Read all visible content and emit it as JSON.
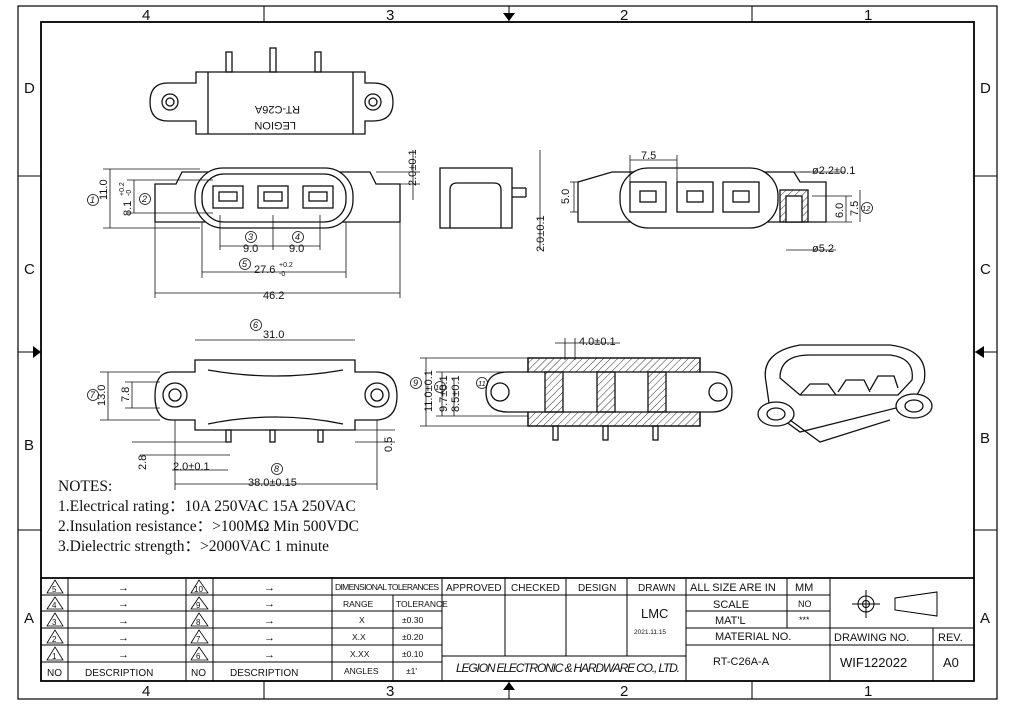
{
  "frame": {
    "columns_top": [
      "4",
      "3",
      "2",
      "1"
    ],
    "columns_bottom": [
      "4",
      "3",
      "2",
      "1"
    ],
    "rows_left": [
      "D",
      "C",
      "B",
      "A"
    ],
    "rows_right": [
      "D",
      "C",
      "B",
      "A"
    ]
  },
  "part_label": {
    "line1": "LEGION",
    "line2": "RT-C26A"
  },
  "dims": {
    "d_11_0": "11.0",
    "d_8_1": "8.1",
    "d_8_1_tol": "+0.2",
    "d_8_1_tol2": "-0",
    "d_2_0_top": "2.0±0.1",
    "d_9_0_a": "9.0",
    "d_9_0_b": "9.0",
    "d_27_6": "27.6",
    "d_27_6_tol": "+0.2",
    "d_27_6_tol2": "-0",
    "d_46_2": "46.2",
    "d_5_0": "5.0",
    "d_2_0_side": "2.0±0.1",
    "d_7_5_top": "7.5",
    "d_2_2": "ø2.2±0.1",
    "d_6_0": "6.0",
    "d_7_5_side": "7.5",
    "d_5_2": "ø5.2",
    "d_31_0": "31.0",
    "d_13_0": "13.0",
    "d_7_8": "7.8",
    "d_2_8": "2.8",
    "d_2_0_bottom": "2.0±0.1",
    "d_38_0": "38.0±0.15",
    "d_0_5": "0.5",
    "d_4_0": "4.0±0.1",
    "d_11_0_sec": "11.0±0.1",
    "d_9_7": "9.7±0.1",
    "d_8_5": "8.5±0.1"
  },
  "balloons": {
    "b1": "1",
    "b2": "2",
    "b3": "3",
    "b4": "4",
    "b5": "5",
    "b6": "6",
    "b7": "7",
    "b8": "8",
    "b9": "9",
    "b10": "10",
    "b11": "11",
    "b12": "12"
  },
  "notes": {
    "title": "NOTES:",
    "n1": "1.Electrical rating：10A 250VAC 15A 250VAC",
    "n2": "2.Insulation resistance：>100MΩ  Min 500VDC",
    "n3": "3.Dielectric strength：>2000VAC 1 minute"
  },
  "title_block": {
    "rev_rows_left": [
      "5",
      "4",
      "3",
      "2",
      "1"
    ],
    "rev_rows_right": [
      "10",
      "9",
      "8",
      "7",
      "6"
    ],
    "no_label": "NO",
    "description_label": "DESCRIPTION",
    "arrow": "→",
    "tolerances_header": "DIMENSIONAL TOLERANCES",
    "range_label": "RANGE",
    "tolerance_label": "TOLERANCE",
    "ranges": [
      "X",
      "X.X",
      "X.XX",
      "ANGLES"
    ],
    "tolerances": [
      "±0.30",
      "±0.20",
      "±0.10",
      "±1'"
    ],
    "approved": "APPROVED",
    "checked": "CHECKED",
    "design": "DESIGN",
    "drawn": "DRAWN",
    "drawn_by": "LMC",
    "drawn_date": "2021.11.15",
    "company": "LEGION ELECTRONIC & HARDWARE CO., LTD.",
    "all_size": "ALL SIZE ARE IN",
    "unit": "MM",
    "scale_label": "SCALE",
    "scale_value": "NO",
    "matl_label": "MAT'L",
    "matl_value": "***",
    "material_no_label": "MATERIAL NO.",
    "material_no": "RT-C26A-A",
    "drawing_no_label": "DRAWING NO.",
    "drawing_no": "WIF122022",
    "rev_label": "REV.",
    "rev": "A0"
  }
}
